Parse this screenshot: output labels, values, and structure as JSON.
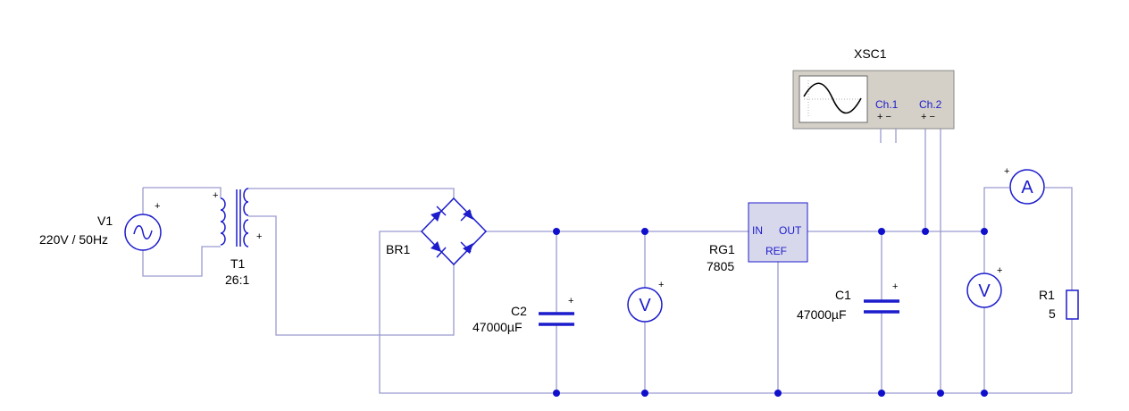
{
  "source": {
    "ref": "V1",
    "value": "220V / 50Hz",
    "plus": "+"
  },
  "transformer": {
    "ref": "T1",
    "ratio": "26:1",
    "plus_primary": "+",
    "plus_secondary": "+"
  },
  "bridge": {
    "ref": "BR1"
  },
  "cap_c2": {
    "ref": "C2",
    "value": "47000µF",
    "plus": "+"
  },
  "voltmeter_1": {
    "glyph": "V",
    "plus": "+"
  },
  "regulator": {
    "ref": "RG1",
    "part": "7805",
    "pin_in": "IN",
    "pin_out": "OUT",
    "pin_ref": "REF"
  },
  "cap_c1": {
    "ref": "C1",
    "value": "47000µF",
    "plus": "+"
  },
  "voltmeter_2": {
    "glyph": "V",
    "plus": "+"
  },
  "ammeter": {
    "glyph": "A",
    "plus": "+"
  },
  "resistor": {
    "ref": "R1",
    "value": "5"
  },
  "oscilloscope": {
    "ref": "XSC1",
    "ch1_label": "Ch.1",
    "ch2_label": "Ch.2",
    "ch1_pins": "+  −",
    "ch2_pins": "+  −"
  },
  "colors": {
    "component": "#1c1ccc",
    "wire": "#9a9ad0",
    "junction": "#1010cc",
    "panel": "#d4d0c8"
  },
  "icons": [
    "ac-source-icon",
    "transformer-icon",
    "diode-bridge-icon",
    "capacitor-icon",
    "voltmeter-icon",
    "ammeter-icon",
    "resistor-icon",
    "oscilloscope-icon"
  ]
}
